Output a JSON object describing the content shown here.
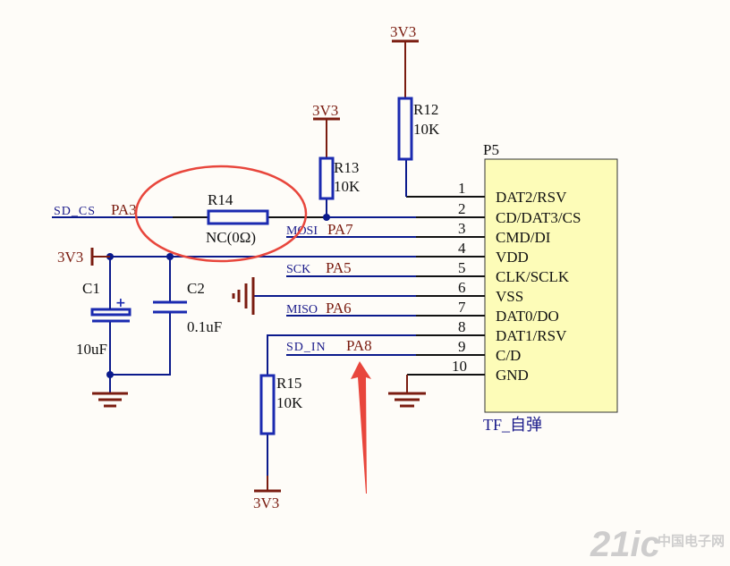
{
  "power": {
    "net_top_r12": "3V3",
    "net_top_r13": "3V3",
    "net_left": "3V3",
    "net_bottom_r15": "3V3"
  },
  "resistors": {
    "r12": {
      "ref": "R12",
      "value": "10K"
    },
    "r13": {
      "ref": "R13",
      "value": "10K"
    },
    "r14": {
      "ref": "R14",
      "value": "NC(0Ω)"
    },
    "r15": {
      "ref": "R15",
      "value": "10K"
    }
  },
  "capacitors": {
    "c1": {
      "ref": "C1",
      "value": "10uF"
    },
    "c2": {
      "ref": "C2",
      "value": "0.1uF"
    }
  },
  "nets": {
    "sd_cs": "SD_CS",
    "pa3": "PA3",
    "mosi": "MOSI",
    "pa7": "PA7",
    "sck": "SCK",
    "pa5": "PA5",
    "miso": "MISO",
    "pa6": "PA6",
    "sd_in": "SD_IN",
    "pa8": "PA8"
  },
  "connector": {
    "ref": "P5",
    "name": "TF_自弹",
    "pins": [
      {
        "num": "1",
        "name": "DAT2/RSV"
      },
      {
        "num": "2",
        "name": "CD/DAT3/CS"
      },
      {
        "num": "3",
        "name": "CMD/DI"
      },
      {
        "num": "4",
        "name": "VDD"
      },
      {
        "num": "5",
        "name": "CLK/SCLK"
      },
      {
        "num": "6",
        "name": "VSS"
      },
      {
        "num": "7",
        "name": "DAT0/DO"
      },
      {
        "num": "8",
        "name": "DAT1/RSV"
      },
      {
        "num": "9",
        "name": "C/D"
      },
      {
        "num": "10",
        "name": "GND"
      }
    ]
  },
  "watermark": {
    "big": "21ic",
    "small": "中国电子网"
  },
  "colors": {
    "wire": "#0b1a8c",
    "power": "#7a1c10",
    "connector_fill": "#fdfcb8",
    "highlight": "#e8463c",
    "box": "#1a1a1a"
  }
}
